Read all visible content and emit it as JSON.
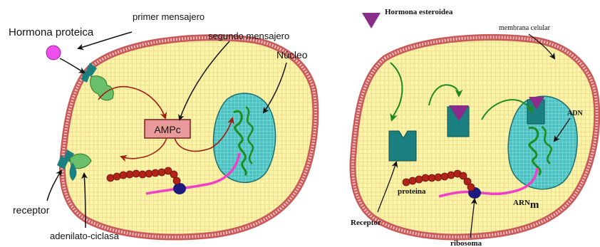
{
  "left_panel": {
    "labels": {
      "hormone": "Hormona proteica",
      "first_messenger": "primer mensajero",
      "second_messenger": "segundo mensajero",
      "nucleus": "Núcleo",
      "amp": "AMPc",
      "receptor": "receptor",
      "adenylate_cyclase": "adenilato-ciclasa"
    }
  },
  "right_panel": {
    "labels": {
      "hormone": "Hormona esteroidea",
      "membrane": "membrana celular",
      "dna": "ADN",
      "protein": "proteina",
      "mrna_main": "ARN",
      "mrna_sub": "m",
      "receptor": "Receptor",
      "ribosome": "ribosoma"
    }
  },
  "colors": {
    "cytoplasm": "#fbf3a8",
    "membrane_outer": "#c85a5a",
    "membrane_inner": "#f0bcbc",
    "nucleus_fill": "#49c0c0",
    "receptor_green": "#3a9e3a",
    "receptor_teal": "#1a8080",
    "hormone_pink": "#ec4fec",
    "hormone_purple": "#8a2d8a",
    "protein_chain": "#b02418",
    "mrna": "#f040c8",
    "ribosome": "#1e1a80",
    "amp_box": "#e89a9a",
    "arrow_red": "#a02010",
    "arrow_green": "#1e8a1e",
    "dna_green": "#1e8c1e"
  }
}
